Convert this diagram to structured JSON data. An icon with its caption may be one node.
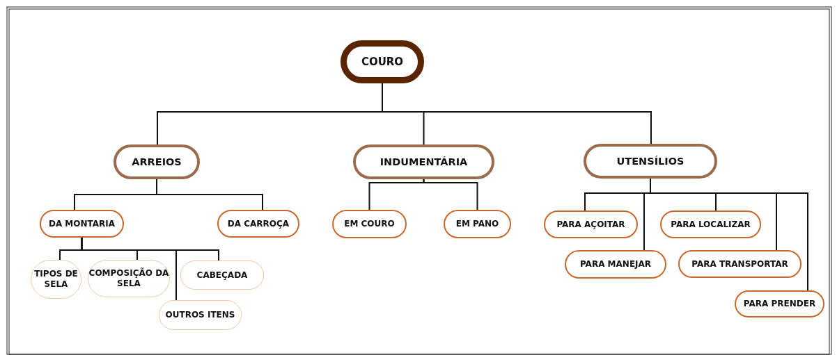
{
  "diagram": {
    "nodes": [
      {
        "text": [
          "COURO"
        ]
      },
      {
        "text": [
          "ARREIOS"
        ]
      },
      {
        "text": [
          "INDUMENTÁRIA"
        ]
      },
      {
        "text": [
          "UTENSÍLIOS"
        ]
      },
      {
        "text": [
          "DA MONTARIA"
        ]
      },
      {
        "text": [
          "DA CARROÇA"
        ]
      },
      {
        "text": [
          "EM COURO"
        ]
      },
      {
        "text": [
          "EM PANO"
        ]
      },
      {
        "text": [
          "TIPOS DE SELA"
        ]
      },
      {
        "text": [
          "COMPOSIÇÃO DA SELA"
        ]
      },
      {
        "text": [
          "CABEÇADA"
        ]
      },
      {
        "text": [
          "OUTROS ITENS"
        ]
      },
      {
        "text": [
          "PARA AÇOITAR"
        ]
      },
      {
        "text": [
          "PARA MANEJAR"
        ]
      },
      {
        "text": [
          "PARA LOCALIZAR"
        ]
      },
      {
        "text": [
          "PARA TRANSPORTAR"
        ]
      },
      {
        "text": [
          "PARA PRENDER"
        ]
      }
    ],
    "edges": [
      {
        "from": 0,
        "to": 1,
        "arrow": "none"
      },
      {
        "from": 0,
        "to": 2,
        "arrow": "none"
      },
      {
        "from": 0,
        "to": 3,
        "arrow": "none"
      },
      {
        "from": 1,
        "to": 4,
        "arrow": "none"
      },
      {
        "from": 1,
        "to": 5,
        "arrow": "none"
      },
      {
        "from": 2,
        "to": 6,
        "arrow": "none"
      },
      {
        "from": 2,
        "to": 7,
        "arrow": "none"
      },
      {
        "from": 4,
        "to": 8,
        "arrow": "none"
      },
      {
        "from": 4,
        "to": 9,
        "arrow": "none"
      },
      {
        "from": 4,
        "to": 10,
        "arrow": "none"
      },
      {
        "from": 4,
        "to": 11,
        "arrow": "none"
      },
      {
        "from": 3,
        "to": 12,
        "arrow": "none"
      },
      {
        "from": 3,
        "to": 13,
        "arrow": "none"
      },
      {
        "from": 3,
        "to": 14,
        "arrow": "none"
      },
      {
        "from": 3,
        "to": 15,
        "arrow": "none"
      },
      {
        "from": 3,
        "to": 16,
        "arrow": "none"
      }
    ]
  }
}
